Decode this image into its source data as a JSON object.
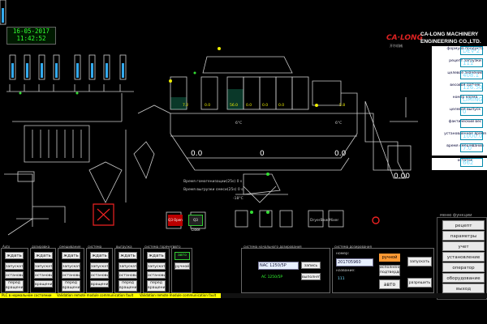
{
  "clock": {
    "date": "16-05-2017",
    "time": "11:42:52"
  },
  "brand": {
    "logo_mark": "CA·LONG",
    "logo_cn": "开尔机械",
    "name_line1": "CA-LONG MACHINERY",
    "name_line2": "ENGINEERING CO.,LTD."
  },
  "params": [
    {
      "label": "формула продукта",
      "value": "DEV-2"
    },
    {
      "label": "рецепт загрузки",
      "value": "111"
    },
    {
      "label": "целевое значение",
      "value": "408.1"
    },
    {
      "label": "весовой датчик",
      "value": "126.50"
    },
    {
      "label": "номер корма",
      "value": "LIMING"
    },
    {
      "label": "целевой выпуск",
      "value": "0"
    },
    {
      "label": "фактический вес",
      "value": ""
    },
    {
      "label": "установленное время",
      "value": "1000.0"
    },
    {
      "label": "время смешивания",
      "value": "7.0"
    },
    {
      "label": "остаток",
      "value": "662"
    }
  ],
  "menu": {
    "title": "меню функции",
    "items": [
      "рецепт",
      "параметры",
      "учет",
      "установление",
      "оператор",
      "оборудование",
      "выход"
    ]
  },
  "scada": {
    "temp_left": "-18°C",
    "temp_mid": "6°C",
    "temp_right": "6°C",
    "scale1": "0.0",
    "scale2": "0",
    "scale3": "0.0",
    "scale4": "0.00",
    "bin_vals": [
      "7.2",
      "0.0",
      "56.0",
      "0.0",
      "0.0",
      "0.0",
      "5.8"
    ],
    "mix_time": "Время гомогенизации(25s) 0 s",
    "discharge_time": "Время выгрузки смеси(25s) 0 s",
    "btn_open": "Q3 Open",
    "btn_close": "Q3 Close",
    "lbl_dryer": "DryerBaw",
    "lbl_mixer": "Mixer"
  },
  "groups": [
    {
      "title": "Auto",
      "wait": "ждать",
      "buttons": [
        "запускать",
        "остановить",
        "перед вращения"
      ]
    },
    {
      "title": "дозировка",
      "wait": "ждать",
      "buttons": [
        "запускать",
        "остановить",
        "вращение"
      ]
    },
    {
      "title": "смешивание",
      "wait": "ждать",
      "buttons": [
        "запускать",
        "остановить",
        "перед вращения"
      ]
    },
    {
      "title": "система",
      "wait": "ждать",
      "buttons": [
        "запускать",
        "остановить",
        "вращение"
      ]
    },
    {
      "title": "выгрузка",
      "wait": "ждать",
      "buttons": [
        "запускать",
        "остановить",
        "перед вращения"
      ]
    },
    {
      "title": "система горячего",
      "wait": "ждать",
      "buttons": [
        "запускать",
        "остановить",
        "перед вращения"
      ]
    }
  ],
  "auto_panel": {
    "title": "авто",
    "auto": "авто",
    "manual": "ручной"
  },
  "dosing_panel": {
    "title": "система начального дозирования",
    "code": "NAC 1250/5P",
    "code_btn": "запись",
    "label": "AC 1250/5P",
    "execute": "выполнять"
  },
  "recipe_panel": {
    "title": "система дозирования",
    "number_label": "номер:",
    "number": "201705960",
    "name_label": "название:",
    "name": "111",
    "manual": "ручной",
    "confirm": "исполнение подтвердить",
    "auto": "авто",
    "start": "запускать",
    "reset": "разрешить"
  },
  "status": {
    "normal": "PLC в нормальном состоянии",
    "fault1": "Validation remote module communication fault",
    "fault2": "Validation remote module communication fault"
  }
}
